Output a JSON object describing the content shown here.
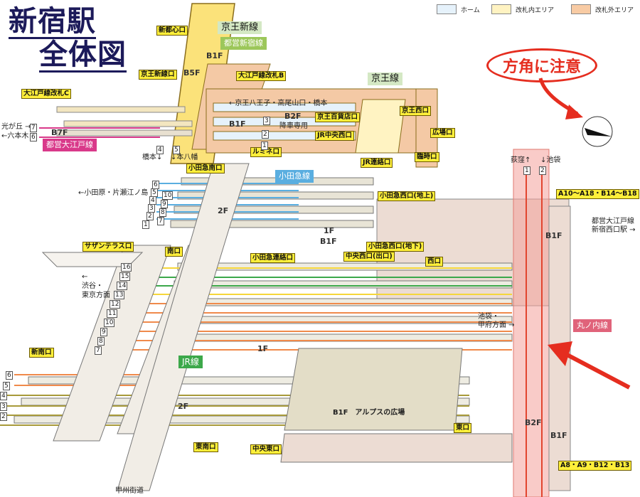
{
  "title": {
    "line1": "新宿駅",
    "line2": "全体図"
  },
  "legend": [
    {
      "label": "ホーム",
      "color": "#e6f2fb"
    },
    {
      "label": "改札内エリア",
      "color": "#fff3c2"
    },
    {
      "label": "改札外エリア",
      "color": "#f8cba4"
    }
  ],
  "warning": {
    "text": "方角に注意"
  },
  "lines": {
    "keio_new": "京王新線",
    "toei_shinjuku": "都営新宿線",
    "keio": "京王線",
    "toei_oedo": "都営大江戸線",
    "odakyu": "小田急線",
    "jr": "JR線",
    "marunouchi": "丸ノ内線"
  },
  "colors": {
    "ticket_inside": "#fbe27a",
    "outside": "#f4c9a5",
    "platform": "#eef0e6",
    "odakyu_track": "#5aaee0",
    "jr_orange": "#f08a4b",
    "jr_green": "#3ca84a",
    "jr_yellow": "#f5d63a",
    "oedo_track": "#d9398a",
    "marunouchi": "#f4a09a",
    "exit_label": "#ffef3a",
    "warning_red": "#e52d1f"
  },
  "exits": {
    "shintoshin": "新都心口",
    "keio_new": "京王新線口",
    "oedo_c": "大江戸線改札C",
    "oedo_b": "大江戸線改札B",
    "keio_dept": "京王百貨店口",
    "jr_chuo_west": "JR中央西口",
    "lumine": "ルミネ口",
    "keio_west": "京王西口",
    "hiroba": "広場口",
    "rinji": "臨時口",
    "jr_renraku": "JR連絡口",
    "odakyu_south": "小田急南口",
    "odakyu_west_ground": "小田急西口(地上)",
    "odakyu_west_under": "小田急西口(地下)",
    "chuo_west_exit": "中央西口(出口)",
    "odakyu_renraku": "小田急連絡口",
    "west": "西口",
    "southern_terrace": "サザンテラス口",
    "south": "南口",
    "new_south": "新南口",
    "east_south": "東南口",
    "chuo_east": "中央東口",
    "east": "東口",
    "a10_b18": "A10〜A18・B14〜B18",
    "a8_b13": "A8・A9・B12・B13"
  },
  "directions": {
    "hikarigaoka": "光が丘 →",
    "roppongi": "←六本木",
    "hashimoto": "橋本↓",
    "motoyawata": "↓本八幡",
    "keio_dir": "←京王八王子・高尾山口・橋本",
    "kousha": "降車専用",
    "odakyu_dir": "←小田原・片瀬江ノ島",
    "shibuya_arrow": "←",
    "shibuya": "渋谷・",
    "tokyo": "東京方面",
    "ikebukuro_kofu_1": "池袋・",
    "ikebukuro_kofu_2": "甲府方面 →",
    "ogikubo": "荻窪↑",
    "ikebukuro": "↓池袋",
    "oedo_west_1": "都営大江戸線",
    "oedo_west_2": "新宿西口駅 →",
    "koshu": "甲州街道",
    "alps": "B1F　アルプスの広場"
  },
  "floors": {
    "b1f": "B1F",
    "b2f": "B2F",
    "b5f": "B5F",
    "b7f": "B7F",
    "f1": "1F",
    "f2": "2F"
  },
  "tracks": {
    "oedo": [
      "7",
      "6"
    ],
    "keio_new": [
      "4",
      "5"
    ],
    "keio": [
      "3",
      "2",
      "1"
    ],
    "odakyu_left": [
      "6",
      "5",
      "4",
      "3",
      "2",
      "1"
    ],
    "odakyu_right": [
      "10",
      "9",
      "8",
      "7"
    ],
    "jr_upper": [
      "16",
      "15",
      "14",
      "13",
      "12",
      "11",
      "10",
      "9",
      "8",
      "7"
    ],
    "jr_lower": [
      "6",
      "5",
      "4",
      "3",
      "2"
    ],
    "marunouchi": [
      "1",
      "2"
    ]
  }
}
